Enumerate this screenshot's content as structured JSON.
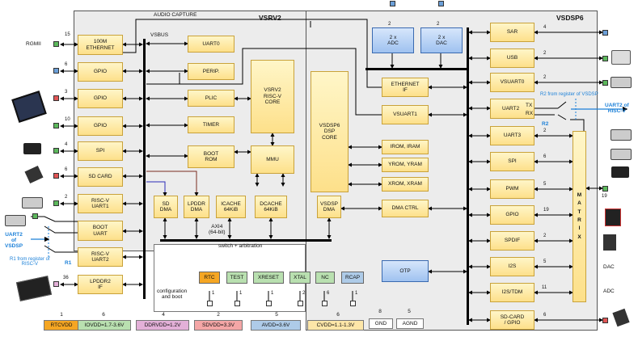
{
  "regions": {
    "vsrv2": "VSRV2",
    "vsdsp6": "VSDSP6",
    "vsbus": "VSBUS",
    "audio_capture": "AUDIO CAPTURE",
    "switch": "switch + arbitration",
    "axi": "AXI4\n(64-bit)",
    "config": "configuration\nand boot"
  },
  "left_blocks": [
    {
      "label": "100M\nETHERNET",
      "num": "15",
      "ext": "RGMII"
    },
    {
      "label": "GPIO",
      "num": "6",
      "ext": ""
    },
    {
      "label": "GPIO",
      "num": "3",
      "ext": ""
    },
    {
      "label": "GPIO",
      "num": "10",
      "ext": ""
    },
    {
      "label": "SPI",
      "num": "4",
      "ext": ""
    },
    {
      "label": "SD CARD",
      "num": "6",
      "ext": ""
    },
    {
      "label": "RISC-V\nUART1",
      "num": "2",
      "ext": ""
    },
    {
      "label": "BOOT\nUART",
      "num": "",
      "ext": ""
    },
    {
      "label": "RISC-V\nUART2",
      "num": "",
      "ext": ""
    },
    {
      "label": "LPDDR2\nIF",
      "num": "36",
      "ext": ""
    }
  ],
  "riscv_blocks": {
    "uart0": "UART0",
    "perip": "PERIP.",
    "plic": "PLIC",
    "timer": "TIMER",
    "core": "VSRV2\nRISC-V\nCORE",
    "bootrom": "BOOT\nROM",
    "mmu": "MMU",
    "sddma": "SD\nDMA",
    "lpddrdma": "LPDDR\nDMA",
    "icache": "ICACHE\n64KiB",
    "dcache": "DCACHE\n64KiB"
  },
  "dsp_blocks": {
    "adc": "2 x\nADC",
    "dac": "2 x\nDAC",
    "adc_num": "2",
    "dac_num": "2",
    "eth_if": "ETHERNET\nIF",
    "vsuart1": "VSUART1",
    "core": "VSDSP6\nDSP\nCORE",
    "irom": "IROM, IRAM",
    "yrom": "YROM, YRAM",
    "xrom": "XROM, XRAM",
    "vsdspdma": "VSDSP\nDMA",
    "dmactrl": "DMA CTRL",
    "otp": "OTP"
  },
  "right_blocks": [
    {
      "label": "SAR",
      "num": "4"
    },
    {
      "label": "USB",
      "num": "2"
    },
    {
      "label": "VSUART0",
      "num": "2"
    },
    {
      "label": "UART2",
      "num": ""
    },
    {
      "label": "UART3",
      "num": "2"
    },
    {
      "label": "SPI",
      "num": "6"
    },
    {
      "label": "PWM",
      "num": "5"
    },
    {
      "label": "GPIO",
      "num": "19"
    },
    {
      "label": "SPDIF",
      "num": "2"
    },
    {
      "label": "I2S",
      "num": "5"
    },
    {
      "label": "I2S/TDM",
      "num": "11"
    },
    {
      "label": "SD-CARD\n/ GPIO",
      "num": "6"
    }
  ],
  "matrix": "M\nA\nT\nR\nI\nX",
  "matrix_out": "19",
  "uart2_tx": "TX",
  "uart2_rx": "RX",
  "r2_note": "R2 from register of VSDSP",
  "r2": "R2",
  "uart2_vsdsp_right": "UART2 of\nRISC-V",
  "uart2_left": "UART2\nof\nVSDSP",
  "r1_note": "R1 from register of\nRISC-V",
  "r1": "R1",
  "misc_pins": [
    {
      "label": "RTC",
      "color": "#f5a623",
      "num": "1"
    },
    {
      "label": "TEST",
      "color": "#b9e0b0",
      "num": "1"
    },
    {
      "label": "XRESET",
      "color": "#b9e0b0",
      "num": "1"
    },
    {
      "label": "XTAL",
      "color": "#b9e0b0",
      "num": "2"
    },
    {
      "label": "NC",
      "color": "#b9e0b0",
      "num": "6"
    },
    {
      "label": "RCAP",
      "color": "#aecbe8",
      "num": "1"
    }
  ],
  "power": [
    {
      "label": "RTCVDD",
      "num": "1",
      "color": "#f5a623"
    },
    {
      "label": "IOVDD=1.7-3.6V",
      "num": "6",
      "color": "#b9e0b0"
    },
    {
      "label": "DDRVDD=1.2V",
      "num": "4",
      "color": "#e3b0d8"
    },
    {
      "label": "SDVDD=3.3V",
      "num": "2",
      "color": "#f4a6a6"
    },
    {
      "label": "AVDD=3.6V",
      "num": "5",
      "color": "#aecbe8"
    },
    {
      "label": "CVDD=1.1-1.3V",
      "num": "6",
      "color": "#fde6a8"
    },
    {
      "label": "GND",
      "num": "8",
      "color": "#ffffff"
    },
    {
      "label": "AGND",
      "num": "5",
      "color": "#ffffff"
    }
  ],
  "ext_labels": {
    "dac": "DAC",
    "adc": "ADC"
  }
}
